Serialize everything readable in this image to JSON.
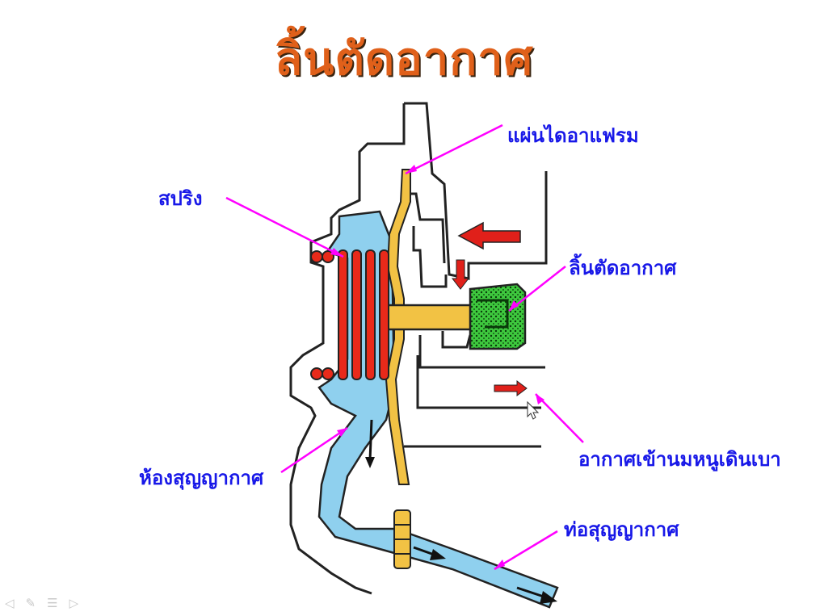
{
  "title": "ลิ้นตัดอากาศ",
  "labels": {
    "diaphragm": "แผ่นไดอาแฟรม",
    "spring": "สปริง",
    "air_cut_valve": "ลิ้นตัดอากาศ",
    "air_intake": "อากาศเข้านมหนูเดินเบา",
    "vacuum_chamber": "ห้องสุญญากาศ",
    "vacuum_pipe": "ท่อสุญญากาศ"
  },
  "colors": {
    "title": "#e0601a",
    "label_text": "#1818e8",
    "leader_line": "#ff00ff",
    "vacuum_fluid": "#8fd0ee",
    "spring": "#e82a1a",
    "diaphragm": "#f2c244",
    "valve_body": "#3ec83e",
    "flow_arrow": "#e0201a"
  },
  "nav_icons": [
    "arrow-left-icon",
    "pen-icon",
    "menu-icon",
    "arrow-right-icon"
  ]
}
